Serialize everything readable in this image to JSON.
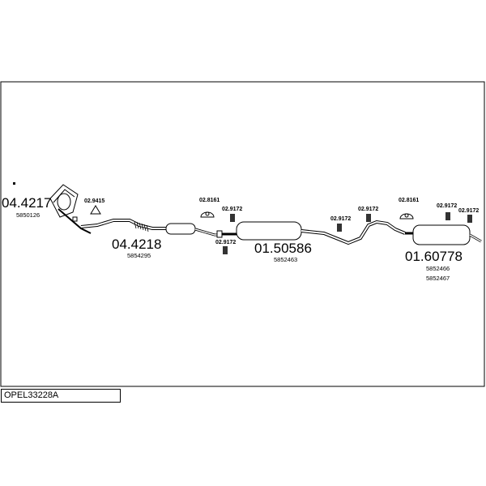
{
  "diagram_code": "OPEL33228A",
  "parts": [
    {
      "number": "04.4217",
      "ref": "5850126"
    },
    {
      "number": "04.4218",
      "ref": "5854295"
    },
    {
      "number": "01.50586",
      "ref": "5852463"
    },
    {
      "number": "01.60778",
      "ref": "5852466",
      "ref2": "5852467"
    }
  ],
  "fittings": {
    "f1": "02.9415",
    "f2": "02.8161",
    "f3": "02.9172",
    "f4": "02.9172",
    "f5": "02.9172",
    "f6": "02.9172",
    "f7": "02.8161",
    "f8": "02.9172",
    "f9": "02.9172"
  }
}
